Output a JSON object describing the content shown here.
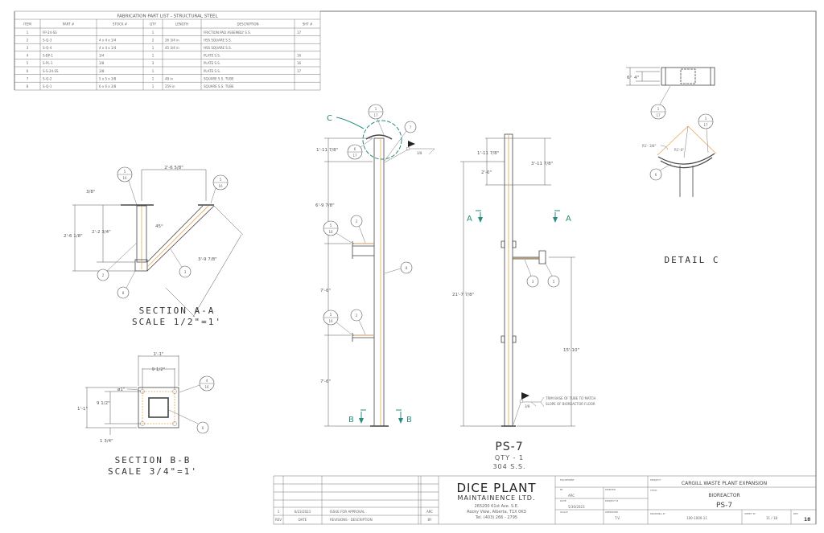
{
  "part_list": {
    "title": "FABRICATION PART LIST - STRUCTURAL STEEL",
    "headers": [
      "ITEM",
      "PART #",
      "STOCK #",
      "QTY",
      "LENGTH",
      "DESCRIPTION",
      "SHT #"
    ],
    "rows": [
      [
        "1",
        "FP-24-SS",
        "",
        "1",
        "",
        "FRICTION PAD ASSEMBLY S.S.",
        "17"
      ],
      [
        "2",
        "S-Q-3",
        "4 x 4 x 1/4",
        "2",
        "26 3/4 in",
        "HSS SQUARE S.S.",
        ""
      ],
      [
        "3",
        "S-Q-4",
        "4 x 4 x 1/4",
        "1",
        "45 3/4 in",
        "HSS SQUARE S.S.",
        ""
      ],
      [
        "4",
        "S-BP-1",
        "3/4",
        "1",
        "",
        "PLATE S.S.",
        "16"
      ],
      [
        "5",
        "S-PL-1",
        "3/8",
        "3",
        "",
        "PLATE S.S.",
        "16"
      ],
      [
        "6",
        "S-S-24-SS",
        "3/8",
        "1",
        "",
        "PLATE S.S.",
        "17"
      ],
      [
        "7",
        "S-Q-2",
        "5 x 5 x 3/8",
        "1",
        "48 in",
        "SQUARE S.S. TUBE",
        ""
      ],
      [
        "8",
        "S-Q-1",
        "6 x 6 x 3/8",
        "1",
        "259 in",
        "SQUARE S.S. TUBE",
        ""
      ]
    ]
  },
  "section_aa": {
    "title": "SECTION A-A",
    "scale": "SCALE 1/2\"=1'",
    "dims": {
      "width": "2'-6 5/8\"",
      "plate": "3/8\"",
      "overall_h": "2'-6 1/8\"",
      "post_h": "2'-2 3/4\"",
      "angle": "45°",
      "brace": "3'-9 7/8\""
    },
    "balloons": {
      "weld_left_top": "5",
      "weld_left_bot": "16",
      "weld_right_top": "5",
      "weld_right_bot": "16",
      "b2": "2",
      "b8": "8",
      "b3": "3"
    }
  },
  "section_bb": {
    "title": "SECTION B-B",
    "scale": "SCALE 3/4\"=1'",
    "dims": {
      "width": "1'-1\"",
      "bolt_w": "9 1/2\"",
      "hole": "ø1\"",
      "height": "1'-1\"",
      "bolt_h": "9 1/2\"",
      "edge": "1 3/4\""
    },
    "balloons": {
      "plate_top": "4",
      "plate_bot": "16",
      "b6": "6"
    }
  },
  "elevation_left": {
    "detail_label": "C",
    "weld": "3/8",
    "dims": {
      "top": "1'-11 7/8\"",
      "upper": "6'-9 7/8\"",
      "mid": "7'-6\"",
      "lower": "7'-6\""
    },
    "balloons": {
      "d1_top": "1",
      "d1_bot": "17",
      "d6_top": "6",
      "d6_bot": "17",
      "b7": "7",
      "w1_top": "5",
      "w1_bot": "16",
      "b2a": "2",
      "b8": "8",
      "w2_top": "5",
      "w2_bot": "16",
      "b2b": "2"
    },
    "section_marks": [
      "B",
      "B"
    ]
  },
  "elevation_right": {
    "dims": {
      "top": "1'-11 7/8\"",
      "arm": "2'-0\"",
      "span": "3'-11 7/8\"",
      "overall": "21'-7 7/8\"",
      "arm_h": "15'-10\""
    },
    "section_marks": [
      "A",
      "A"
    ],
    "balloons": {
      "b3": "3",
      "b5": "5"
    },
    "weld": "3/8",
    "note_line1": "TRIM BASE OF TUBE TO MATCH",
    "note_line2": "SLOPE OF BIOREACTOR FLOOR",
    "part_name": "PS-7",
    "qty": "QTY - 1",
    "material": "304 S.S."
  },
  "detail_c": {
    "title": "DETAIL  C",
    "dims": {
      "outer": "6\"",
      "inner": "4\"",
      "r_outer": "R1'- 3/8\"",
      "r_inner": "R1'-0\""
    },
    "balloons": {
      "a_top": "1",
      "a_bot": "17",
      "b_top": "1",
      "b_bot": "17",
      "b6": "6"
    }
  },
  "revisions": {
    "rows": [
      {
        "rev": "1",
        "date": "6/23/2021",
        "desc": "ISSUE FOR APPROVAL",
        "by": "ARC"
      }
    ],
    "headers": {
      "rev": "REV",
      "date": "DATE",
      "desc": "REVISIONS - DESCRIPTION",
      "by": "BY"
    }
  },
  "company": {
    "name1": "DICE PLANT",
    "name2": "MAINTAINENCE LTD.",
    "address1": "265200 61st Ave. S.E.",
    "address2": "Rocky View, Alberta, T1X 0K3",
    "phone": "Tel. (403) 266 - 2795"
  },
  "title_block": {
    "equipment_label": "EQUIPMENT",
    "by_label": "BY",
    "by": "ARC",
    "printed_label": "PRINTED",
    "date_label": "DATE",
    "date": "5/30/2023",
    "project_no_label": "PROJECT #",
    "scale_label": "SCALE",
    "approved_label": "APPROVED",
    "approved": "T.V.",
    "project_label": "PROJECT:",
    "project": "CARGILL WASTE PLANT EXPANSION",
    "title_label": "TITLE:",
    "title1": "BIOREACTOR",
    "title2": "PS-7",
    "drawing_label": "DRAWING #:",
    "drawing": "100-1000-11",
    "sheet_label": "SHEET #:",
    "sheet": "11 / 18",
    "rev_label": "REV",
    "rev": "18"
  }
}
